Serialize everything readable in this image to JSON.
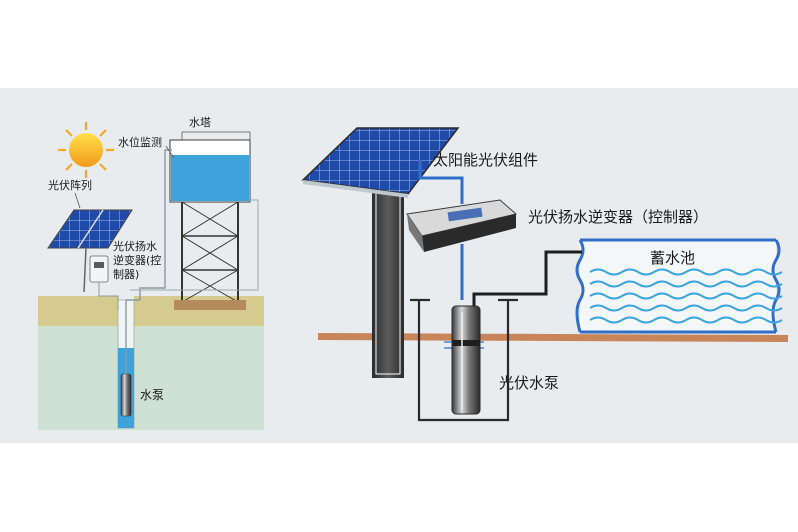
{
  "labels": {
    "pv_array": "光伏阵列",
    "water_level_monitor": "水位监测",
    "water_tower": "水塔",
    "inverter_left_line1": "光伏扬水",
    "inverter_left_line2": "逆变器(控",
    "inverter_left_line3": "制器)",
    "pump_left": "水泵",
    "solar_module": "太阳能光伏组件",
    "inverter_right": "光伏扬水逆变器（控制器）",
    "reservoir": "蓄水池",
    "pump_right": "光伏水泵"
  },
  "colors": {
    "background_panel": "#e8ecee",
    "soil": "#d9c98a",
    "groundwater": "#cfe1d2",
    "water": "#3ea3da",
    "panel": "#1f4aa8",
    "wire": "#2f6fc8",
    "ground_line": "#c9855a"
  },
  "icons": {
    "sun": "sun-icon",
    "pv_panel": "solar-panel-icon",
    "pump": "pump-icon",
    "inverter": "inverter-icon"
  }
}
